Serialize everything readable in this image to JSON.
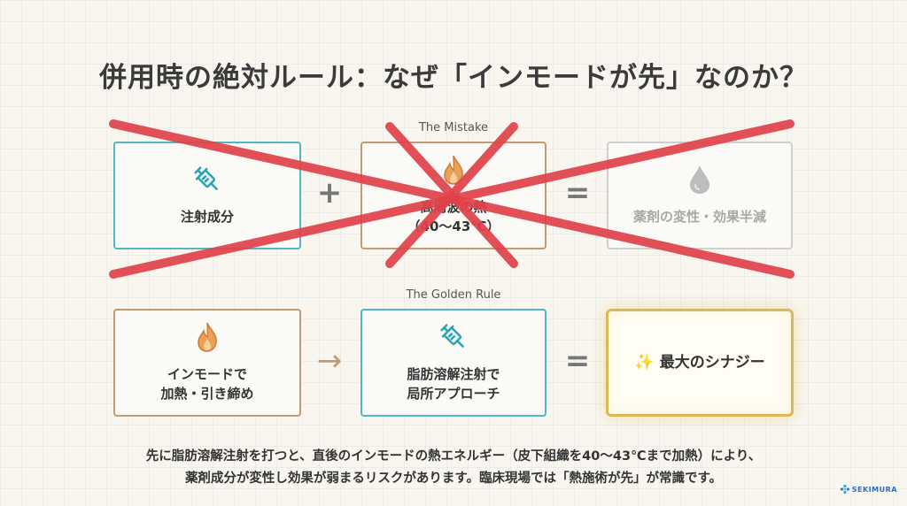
{
  "title": "併用時の絶対ルール：なぜ「インモードが先」なのか？",
  "mistake": {
    "label": "The Mistake",
    "box1": "注射成分",
    "op1": "+",
    "box2_line1": "高周波の熱",
    "box2_line2": "（40〜43℃）",
    "op2": "=",
    "box3": "薬剤の変性・効果半減"
  },
  "golden": {
    "label": "The Golden Rule",
    "box1_line1": "インモードで",
    "box1_line2": "加熱・引き締め",
    "op1": "→",
    "box2_line1": "脂肪溶解注射で",
    "box2_line2": "局所アプローチ",
    "op2": "=",
    "box3_icon": "✨",
    "box3": "最大のシナジー"
  },
  "footer": {
    "line1": "先に脂肪溶解注射を打つと、直後のインモードの熱エネルギー（皮下組織を40〜43℃まで加熱）により、",
    "line2": "薬剤成分が変性し効果が弱まるリスクがあります。臨床現場では「熱施術が先」が常識です。"
  },
  "logo": {
    "text": "SEKIMURA"
  },
  "colors": {
    "teal": "#53b6c4",
    "brown": "#c49a74",
    "gold": "#d9b95a",
    "cross_red": "#e0424a"
  },
  "icons": {
    "syringe": "syringe-icon",
    "flame": "flame-icon",
    "drop": "drop-icon",
    "sparkles": "sparkles-icon"
  }
}
